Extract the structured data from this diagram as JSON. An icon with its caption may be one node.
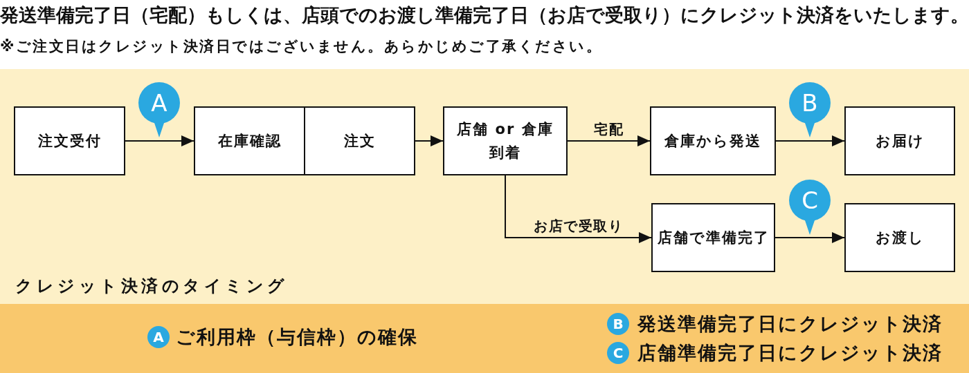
{
  "diagram": {
    "title": "発送準備完了日（宅配）もしくは、店頭でのお渡し準備完了日（お店で受取り）にクレジット決済をいたします。",
    "nodes": [
      {
        "text": [
          "クレジット決済のタイミング"
        ]
      },
      {
        "text": [
          "注文受付"
        ],
        "in": 0
      },
      {
        "text": [
          "在庫確認"
        ],
        "in": 0
      },
      {
        "text": [
          "注文"
        ],
        "in": 0
      },
      {
        "text": [
          "店舗 or 倉庫到着"
        ],
        "in": 0
      },
      {
        "text": [
          "倉庫から発送"
        ],
        "in": 0
      },
      {
        "text": [
          "お届け"
        ],
        "in": 0
      },
      {
        "text": [
          "店舗で準備完了"
        ],
        "in": 0
      },
      {
        "text": [
          "お渡し"
        ],
        "in": 0
      },
      {
        "text": [
          "A",
          "ご利用枠（与信枠）の確保",
          "B",
          "発送準備完了日にクレジット決済",
          "C",
          "店舗準備完了日にクレジット決済"
        ]
      }
    ],
    "edges": [
      {
        "from": 1,
        "to": 2,
        "arrow": "to"
      },
      {
        "from": 3,
        "to": 4,
        "arrow": "to"
      },
      {
        "from": 4,
        "to": 5,
        "arrow": "to",
        "label": "宅配"
      },
      {
        "from": 5,
        "to": 6,
        "arrow": "to"
      },
      {
        "from": 4,
        "to": 7,
        "arrow": "to",
        "label": "お店で受取り"
      },
      {
        "from": 7,
        "to": 8,
        "arrow": "to"
      }
    ],
    "labels": [
      "※ご注文日はクレジット決済日ではございません。あらかじめご了承ください。",
      "A",
      "B",
      "C"
    ]
  }
}
